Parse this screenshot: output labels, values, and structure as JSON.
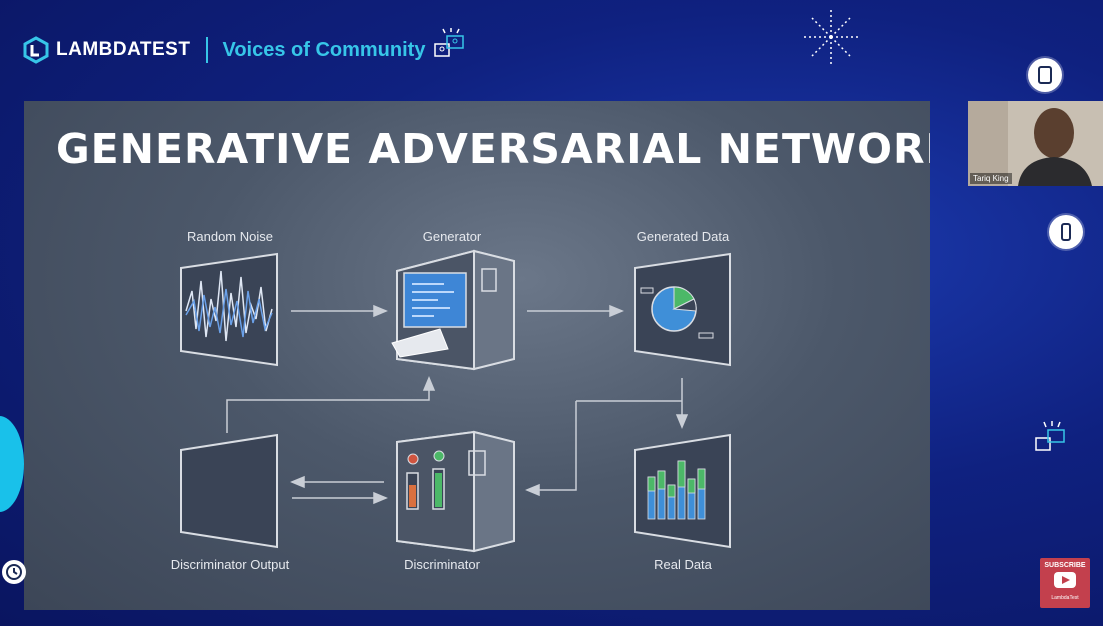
{
  "header": {
    "brand": "LAMBDATEST",
    "tagline": "Voices of Community"
  },
  "slide": {
    "title": "GENERATIVE ADVERSARIAL NETWORKS",
    "labels": {
      "random_noise": "Random Noise",
      "generator": "Generator",
      "generated_data": "Generated Data",
      "discriminator_output": "Discriminator Output",
      "discriminator": "Discriminator",
      "real_data": "Real Data"
    }
  },
  "webcam": {
    "participant_name": "Tariq King"
  },
  "subscribe": {
    "label": "SUBSCRIBE",
    "brand": "LambdaTest"
  },
  "colors": {
    "background": "#0f2180",
    "accent_cyan": "#37c6e8",
    "slide_bg": "#4c586a",
    "chart_blue": "#3f8fd8",
    "chart_green": "#4cb868",
    "subscribe_red": "#c3404d"
  },
  "icons": [
    "lambdatest-logo-icon",
    "chat-bubbles-icon",
    "tablet-icon",
    "mobile-icon",
    "youtube-play-icon",
    "clock-icon"
  ]
}
